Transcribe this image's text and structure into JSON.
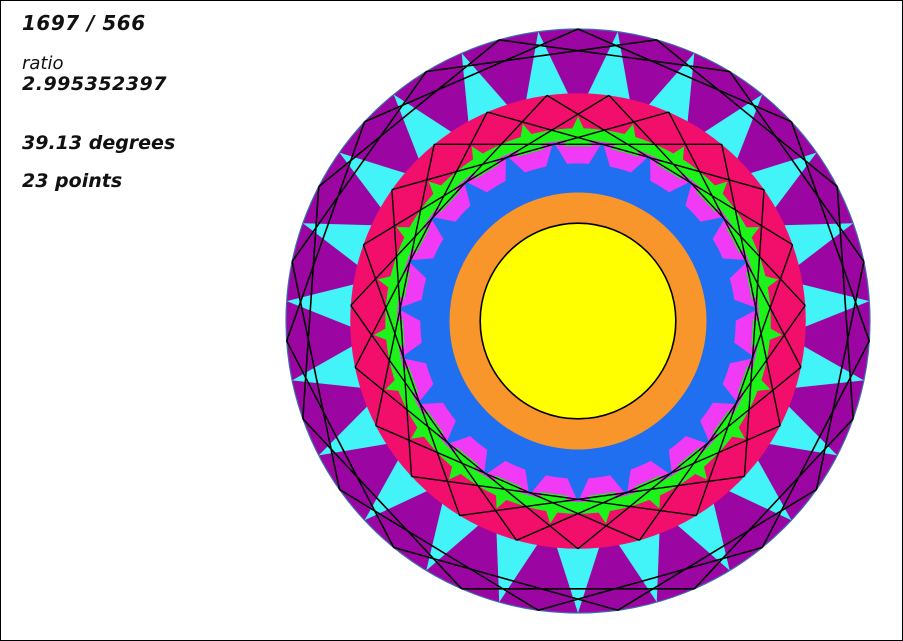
{
  "info": {
    "fraction": "1697 / 566",
    "ratio_label": "ratio",
    "ratio_value": "2.995352397",
    "angle": "39.13 degrees",
    "points": "23 points"
  },
  "figure": {
    "point_count": 23,
    "skip": 3,
    "colors": {
      "outer_ring": "#9b06a3",
      "outer_points": "#42f4f7",
      "ring_pink": "#f20f6c",
      "green": "#1df219",
      "magenta": "#f03af5",
      "blue": "#1f6ff0",
      "orange": "#f8962b",
      "center": "#ffff00",
      "lines": "#000000"
    }
  }
}
